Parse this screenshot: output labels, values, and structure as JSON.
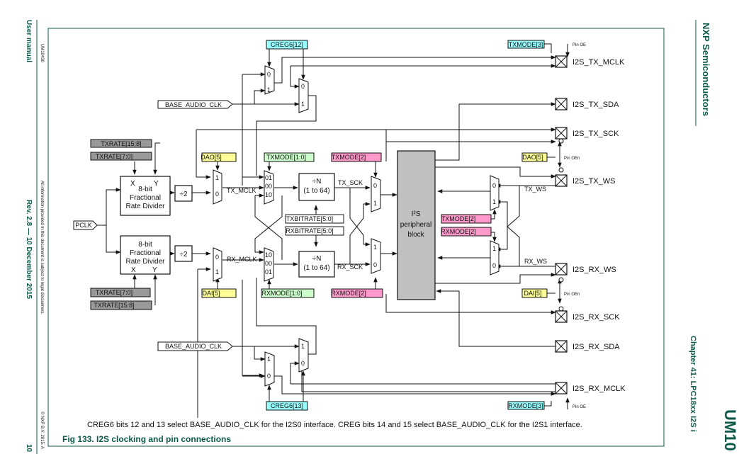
{
  "left_margin": {
    "doc_id": "UM10430",
    "doc_type": "User manual",
    "revision": "Rev. 2.8 — 10 December 2015",
    "disclaimer": "All information provided in this document is subject to legal disclaimers.",
    "copyright": "© NXP B.V. 2015. A",
    "page_number": "10"
  },
  "right_margin": {
    "company": "NXP Semiconductors",
    "chapter": "Chapter 41: LPC18xx I2S i",
    "doc_id_large": "UM10"
  },
  "caption": "CREG6 bits 12 and 13 select BASE_AUDIO_CLK for the I2S0 interface. CREG bits 14 and 15 select BASE_AUDIO_CLK for the I2S1 interface.",
  "figure_title": "Fig 133. I2S clocking and pin connections",
  "colors": {
    "frame": "#0b5a4a",
    "creg": "#99ffff",
    "mode_green": "#ccffcc",
    "mode_pink": "#ff99cc",
    "dao_yellow": "#ffff99",
    "rate_gray": "#999999",
    "peripheral_gray": "#c0c0c0"
  },
  "diagram": {
    "inputs": {
      "pclk": "PCLK",
      "base_audio_clk_top": "BASE_AUDIO_CLK",
      "base_audio_clk_bottom": "BASE_AUDIO_CLK"
    },
    "registers": {
      "creg6_12": "CREG6[12]",
      "creg6_13": "CREG6[13]",
      "txmode3": "TXMODE[3]",
      "rxmode3": "RXMODE[3]",
      "txrate_hi_top": "TXRATE[15:8]",
      "txrate_lo_top": "TXRATE[7:0]",
      "txrate_lo_bottom": "TXRATE[7:0]",
      "txrate_hi_bottom": "TXRATE[15:8]",
      "dao5_left": "DAO[5]",
      "dai5_left": "DAI[5]",
      "txmode10": "TXMODE[1:0]",
      "rxmode10": "RXMODE[1:0]",
      "txmode2_a": "TXMODE[2]",
      "rxmode2_a": "RXMODE[2]",
      "txbitrate": "TXBITRATE[5:0]",
      "rxbitrate": "RXBITRATE[5:0]",
      "txmode2_b": "TXMODE[2]",
      "rxmode2_b": "RXMODE[2]",
      "dao5_right": "DAO[5]",
      "dai5_right": "DAI[5]"
    },
    "blocks": {
      "frd_top": {
        "x": "X",
        "y": "Y",
        "line1": "8-bit",
        "line2": "Fractional",
        "line3": "Rate Divider"
      },
      "frd_bottom": {
        "x": "X",
        "y": "Y",
        "line1": "8-bit",
        "line2": "Fractional",
        "line3": "Rate Divider"
      },
      "div2": "÷2",
      "divn_line1": "÷N",
      "divn_line2": "(1 to 64)",
      "peripheral_line1": "I²S",
      "peripheral_line2": "peripheral",
      "peripheral_line3": "block"
    },
    "signals": {
      "tx_mclk": "TX_MCLK",
      "rx_mclk": "RX_MCLK",
      "tx_sck": "TX_SCK",
      "rx_sck": "RX_SCK",
      "tx_ws": "TX_WS",
      "rx_ws": "RX_WS",
      "pin_oe": "Pin OE",
      "pin_oen": "Pin OEn"
    },
    "mux_inputs": {
      "zero": "0",
      "one": "1",
      "m01": "01",
      "m00": "00",
      "m10": "10"
    },
    "pins": [
      "I2S_TX_MCLK",
      "I2S_TX_SDA",
      "I2S_TX_SCK",
      "I2S_TX_WS",
      "I2S_RX_WS",
      "I2S_RX_SCK",
      "I2S_RX_SDA",
      "I2S_RX_MCLK"
    ]
  }
}
